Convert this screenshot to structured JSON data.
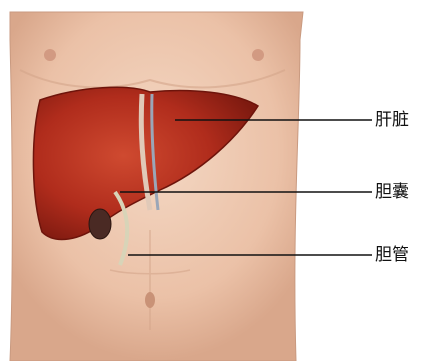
{
  "labels": {
    "liver": "肝脏",
    "gallbladder": "胆囊",
    "bile_duct": "胆管"
  },
  "colors": {
    "skin": "#efcbb3",
    "liver": "#b5301f",
    "gallbladder": "#4a2a24",
    "bile_duct": "#d8d4b8",
    "leader_line": "#111111"
  }
}
